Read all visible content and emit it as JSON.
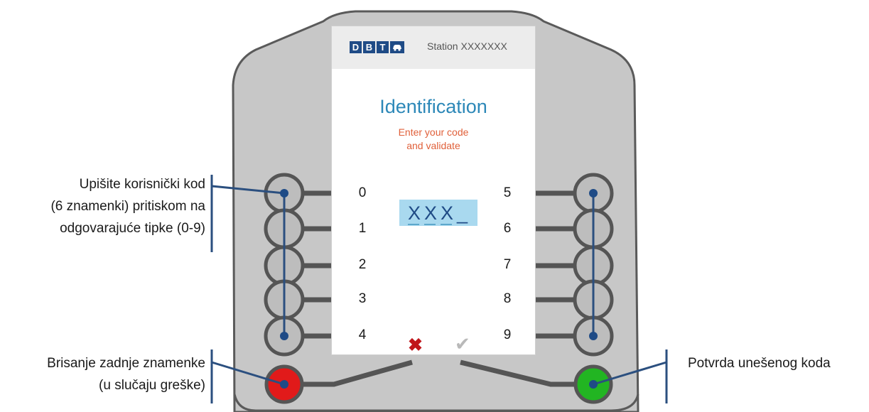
{
  "screen": {
    "logo_letters": [
      "D",
      "B",
      "T"
    ],
    "station_label": "Station XXXXXXX",
    "title": "Identification",
    "subtitle_lines": [
      "Enter your code",
      "and validate"
    ],
    "code_display": "XXX_",
    "left_digits": [
      "0",
      "1",
      "2",
      "3",
      "4"
    ],
    "right_digits": [
      "5",
      "6",
      "7",
      "8",
      "9"
    ],
    "cancel_symbol": "✖",
    "validate_symbol": "✔"
  },
  "callouts": {
    "digits": [
      "Upišite korisnički kod",
      "(6 znamenki) pritiskom na",
      "odgovarajuće tipke (0-9)"
    ],
    "delete": [
      "Brisanje zadnje znamenke",
      "(u slučaju greške)"
    ],
    "confirm": [
      "Potvrda unešenog koda"
    ]
  },
  "colors": {
    "panel": "#c7c7c7",
    "panel_border": "#5a5a5a",
    "key_fill": "#bdbdbd",
    "key_ring": "#555555",
    "tag_fill": "#a9d9ef",
    "tag_pointer": "#1a8fc8",
    "callout_line": "#2b4f7f",
    "cancel_button": "#e11a1a",
    "confirm_button": "#22b522"
  },
  "icons": {
    "logo": "dbt-logo-icon",
    "cancel": "cross-icon",
    "validate": "check-icon",
    "key": "round-key-icon"
  }
}
